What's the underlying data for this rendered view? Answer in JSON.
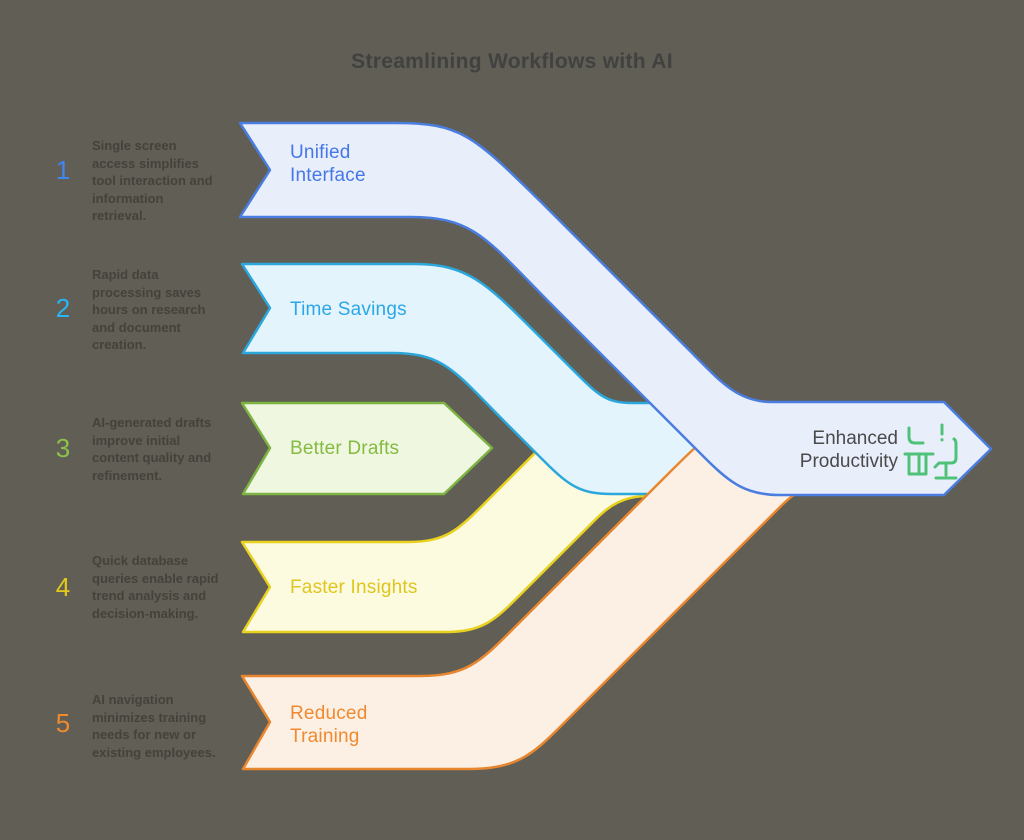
{
  "title": "Streamlining Workflows with AI",
  "background_color": "#605E55",
  "items": [
    {
      "number": "1",
      "label": "Unified Interface",
      "description": "Single screen access simplifies tool interaction and information retrieval.",
      "fill": "#E9EEFB",
      "stroke": "#4A7DE0",
      "text_color": "#4577E8",
      "number_color": "#4285F4"
    },
    {
      "number": "2",
      "label": "Time Savings",
      "description": "Rapid data processing saves hours on research and document creation.",
      "fill": "#E4F4FD",
      "stroke": "#2BA7DC",
      "text_color": "#2BA7E8",
      "number_color": "#29B6F6"
    },
    {
      "number": "3",
      "label": "Better Drafts",
      "description": "AI-generated drafts improve initial content quality and refinement.",
      "fill": "#EFF7E1",
      "stroke": "#7CB342",
      "text_color": "#85BB40",
      "number_color": "#8BC34A"
    },
    {
      "number": "4",
      "label": "Faster Insights",
      "description": "Quick database queries enable rapid trend analysis and decision-making.",
      "fill": "#FCFADF",
      "stroke": "#E8D21E",
      "text_color": "#DEC61E",
      "number_color": "#E3C919"
    },
    {
      "number": "5",
      "label": "Reduced Training",
      "description": "AI navigation minimizes training needs for new or existing employees.",
      "fill": "#FCEFE3",
      "stroke": "#E8862F",
      "text_color": "#EF8A2F",
      "number_color": "#EF8A2F"
    }
  ],
  "result": {
    "label": "Enhanced Productivity",
    "fill": "#E9EEFB",
    "stroke": "#4A7DE0",
    "text_color": "#4A4A4A",
    "icon": "desk-workstation-icon",
    "icon_color": "#4FC178"
  }
}
